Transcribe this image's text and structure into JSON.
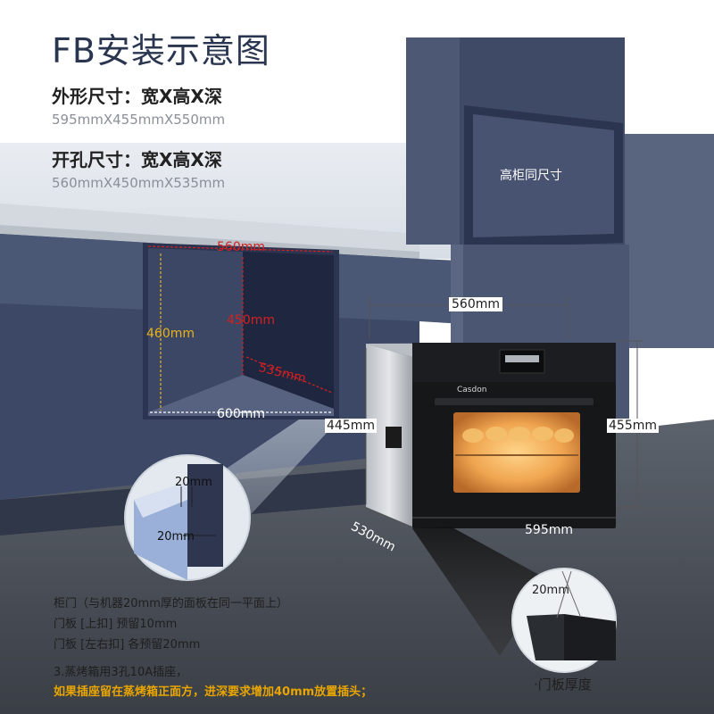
{
  "title": "FB安装示意图",
  "outer_size": {
    "label": "外形尺寸：宽X高X深",
    "value": "595mmX455mmX550mm"
  },
  "cutout_size": {
    "label": "开孔尺寸：宽X高X深",
    "value": "560mmX450mmX535mm"
  },
  "tall_cabinet_label": "高柜同尺寸",
  "cabinet_dims": {
    "top_width": "560mm",
    "height_yellow": "460mm",
    "height_red": "450mm",
    "depth": "535mm",
    "bottom_width": "600mm"
  },
  "detail_left": {
    "gap_top": "20mm",
    "gap_side": "20mm"
  },
  "oven_dims": {
    "width_top": "560mm",
    "height_left": "445mm",
    "height_right": "455mm",
    "depth": "530mm",
    "width_bottom": "595mm"
  },
  "oven_brand": "Casdon",
  "detail_right": {
    "thickness": "20mm",
    "caption": "·门板厚度"
  },
  "notes": [
    "柜门（与机器20mm厚的面板在同一平面上）",
    "门板 [上扣] 预留10mm",
    "门板 [左右扣] 各预留20mm",
    "3.蒸烤箱用3孔10A插座，"
  ],
  "warning": "如果插座留在蒸烤箱正面方，进深要求增加40mm放置插头；",
  "colors": {
    "wall": "#4a5775",
    "counter": "#3a4562",
    "floor": "#565c66",
    "red": "#d42020",
    "yellow": "#e8b21a",
    "warning": "#e8a500"
  }
}
